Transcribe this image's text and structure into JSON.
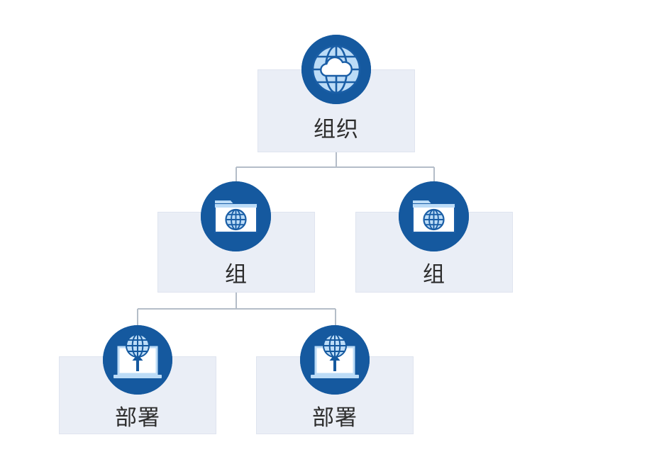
{
  "diagram": {
    "type": "hierarchy-tree",
    "title": "",
    "background_color": "#ffffff",
    "box_fill_color": "#eaeef6",
    "box_border_color": "#dfe4ef",
    "badge_color": "#15599f",
    "badge_inner_light": "#bcdcf7",
    "connector_color": "#b4bdc8",
    "label_color": "#2d2d2d",
    "levels": [
      {
        "level": 1,
        "label": "组织",
        "icon": "globe-cloud-icon",
        "nodes": [
          {
            "id": "org",
            "label": "组织",
            "icon": "globe-cloud-icon"
          }
        ]
      },
      {
        "level": 2,
        "label": "组",
        "icon": "folder-globe-icon",
        "nodes": [
          {
            "id": "group-1",
            "label": "组",
            "icon": "folder-globe-icon"
          },
          {
            "id": "group-2",
            "label": "组",
            "icon": "folder-globe-icon"
          }
        ]
      },
      {
        "level": 3,
        "label": "部署",
        "icon": "laptop-globe-upload-icon",
        "nodes": [
          {
            "id": "deployment-1",
            "label": "部署",
            "icon": "laptop-globe-upload-icon"
          },
          {
            "id": "deployment-2",
            "label": "部署",
            "icon": "laptop-globe-upload-icon"
          }
        ]
      }
    ],
    "edges": [
      {
        "from": "org",
        "to": "group-1"
      },
      {
        "from": "org",
        "to": "group-2"
      },
      {
        "from": "group-1",
        "to": "deployment-1"
      },
      {
        "from": "group-1",
        "to": "deployment-2"
      }
    ]
  },
  "nodes": {
    "org": {
      "label": "组织"
    },
    "group_1": {
      "label": "组"
    },
    "group_2": {
      "label": "组"
    },
    "deployment_1": {
      "label": "部署"
    },
    "deployment_2": {
      "label": "部署"
    }
  }
}
